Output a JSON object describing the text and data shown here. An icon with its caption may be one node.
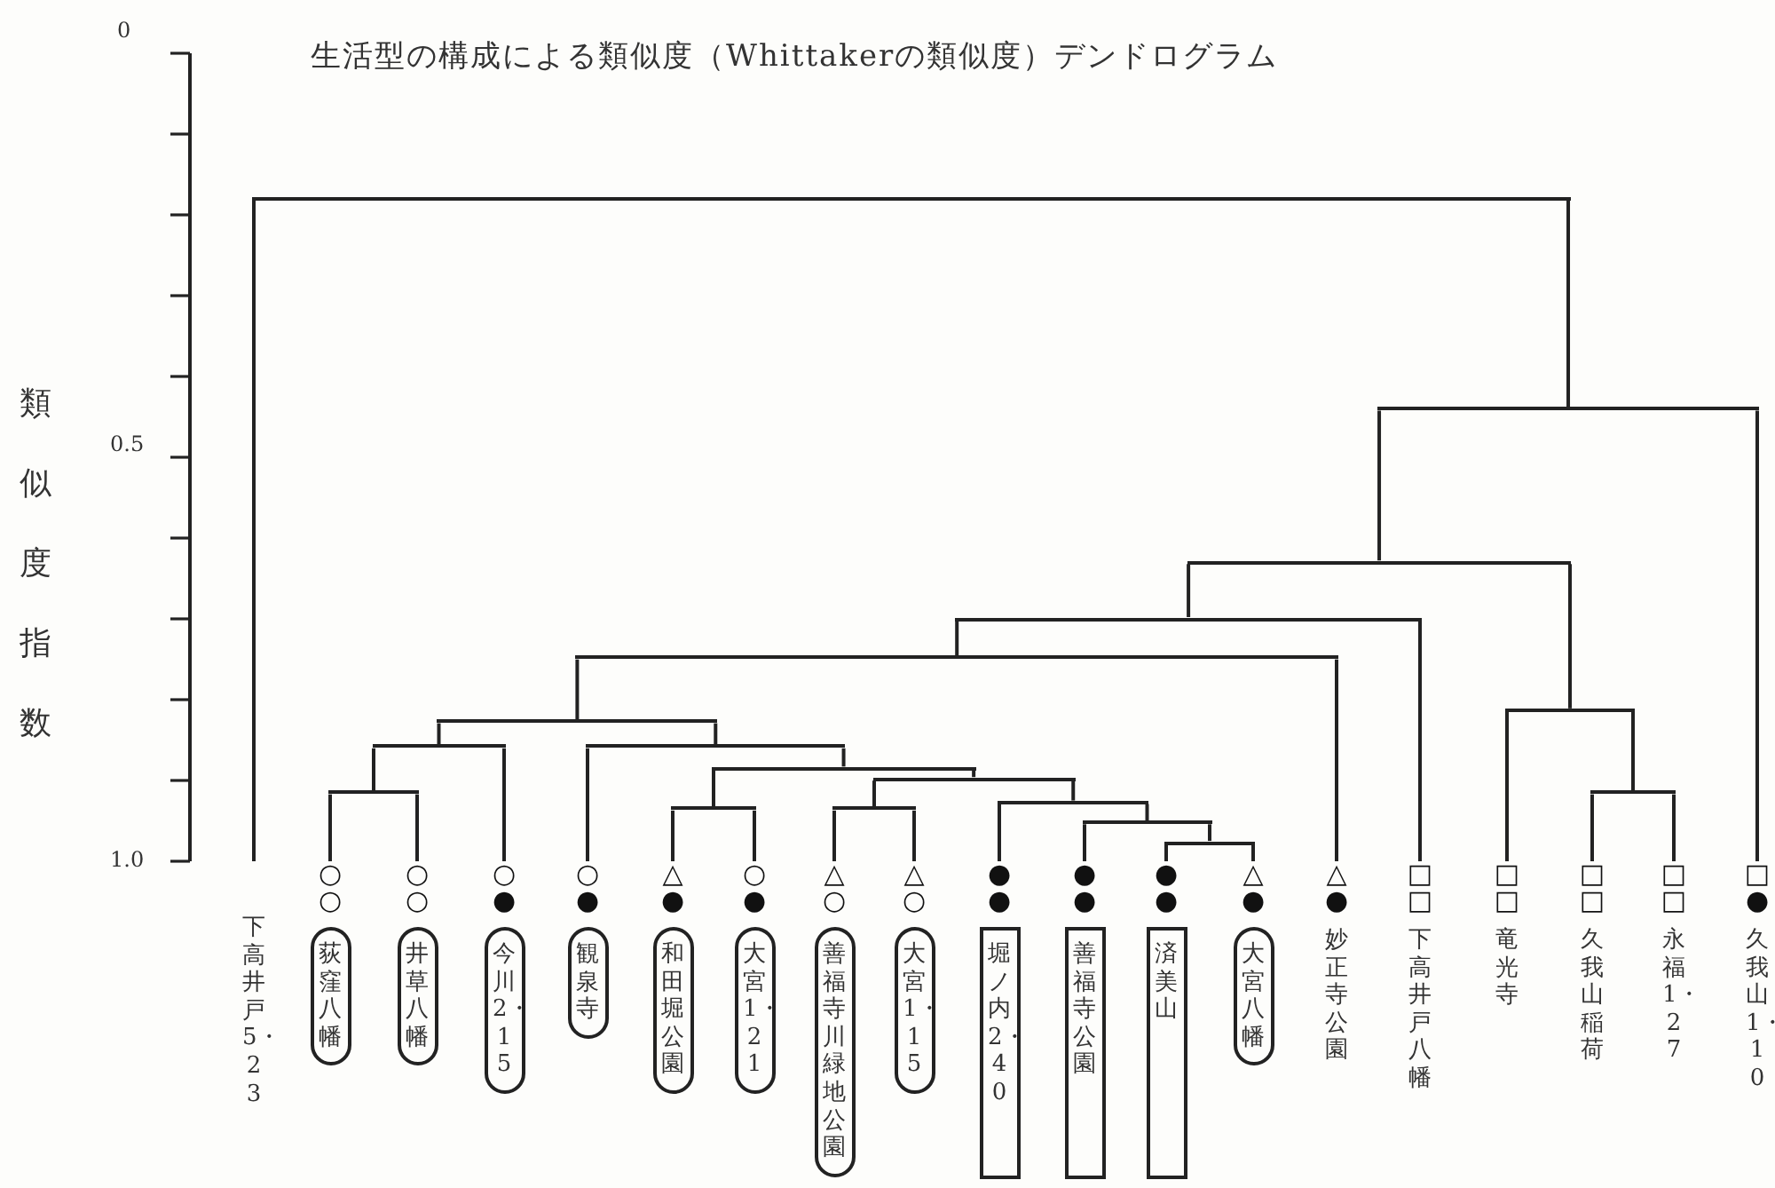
{
  "diagram": {
    "title": "生活型の構成による類似度（Whittakerの類似度）デンドログラム",
    "nodes": [
      {
        "text": [
          "下高井戸5・23"
        ]
      },
      {
        "text": [
          "荻窪八幡"
        ],
        "beside": [
          "○",
          "○"
        ]
      },
      {
        "text": [
          "井草八幡"
        ],
        "beside": [
          "○",
          "○"
        ]
      },
      {
        "text": [
          "今川2・15"
        ],
        "beside": [
          "○",
          "●"
        ]
      },
      {
        "text": [
          "観泉寺"
        ],
        "beside": [
          "○",
          "●"
        ]
      },
      {
        "text": [
          "和田堀公園"
        ],
        "beside": [
          "△",
          "●"
        ]
      },
      {
        "text": [
          "大宮1・21"
        ],
        "beside": [
          "○",
          "●"
        ]
      },
      {
        "text": [
          "善福寺川緑地公園"
        ],
        "beside": [
          "△",
          "○"
        ]
      },
      {
        "text": [
          "大宮1・15"
        ],
        "beside": [
          "△",
          "○"
        ]
      },
      {
        "text": [
          "堀ノ内2・40"
        ],
        "beside": [
          "●",
          "●"
        ]
      },
      {
        "text": [
          "善福寺公園"
        ],
        "beside": [
          "●",
          "●"
        ]
      },
      {
        "text": [
          "済美山"
        ],
        "beside": [
          "●",
          "●"
        ]
      },
      {
        "text": [
          "大宮八幡"
        ],
        "beside": [
          "△",
          "●"
        ]
      },
      {
        "text": [
          "妙正寺公園"
        ],
        "beside": [
          "△",
          "●"
        ]
      },
      {
        "text": [
          "下高井戸八幡"
        ],
        "beside": [
          "□",
          "□"
        ]
      },
      {
        "text": [
          "竜光寺"
        ],
        "beside": [
          "□",
          "□"
        ]
      },
      {
        "text": [
          "久我山稲荷"
        ],
        "beside": [
          "□",
          "□"
        ]
      },
      {
        "text": [
          "永福1・27"
        ],
        "beside": [
          "□",
          "□"
        ]
      },
      {
        "text": [
          "久我山1・10"
        ],
        "beside": [
          "□",
          "●"
        ]
      },
      {
        "text": [],
        "shape": "bar"
      },
      {
        "text": [],
        "shape": "bar"
      },
      {
        "text": [],
        "shape": "bar"
      },
      {
        "text": [],
        "shape": "bar"
      },
      {
        "text": [],
        "shape": "bar"
      },
      {
        "text": [],
        "shape": "bar"
      },
      {
        "text": [],
        "shape": "bar"
      },
      {
        "text": [],
        "shape": "bar"
      },
      {
        "text": [],
        "shape": "bar"
      },
      {
        "text": [],
        "shape": "bar"
      },
      {
        "text": [],
        "shape": "bar"
      },
      {
        "text": [],
        "shape": "bar"
      },
      {
        "text": [],
        "shape": "bar"
      },
      {
        "text": [],
        "shape": "bar"
      },
      {
        "text": [],
        "shape": "bar"
      },
      {
        "text": [],
        "shape": "bar"
      },
      {
        "text": [],
        "shape": "bar"
      },
      {
        "text": [],
        "shape": "bar"
      }
    ],
    "edges": [
      {
        "from": 19,
        "to": 0,
        "arrow": "none"
      },
      {
        "from": 19,
        "to": 20,
        "arrow": "none"
      },
      {
        "from": 20,
        "to": 21,
        "arrow": "none"
      },
      {
        "from": 20,
        "to": 18,
        "arrow": "none"
      },
      {
        "from": 21,
        "to": 22,
        "arrow": "none"
      },
      {
        "from": 21,
        "to": 24,
        "arrow": "none"
      },
      {
        "from": 22,
        "to": 23,
        "arrow": "none"
      },
      {
        "from": 22,
        "to": 14,
        "arrow": "none"
      },
      {
        "from": 23,
        "to": 25,
        "arrow": "none"
      },
      {
        "from": 23,
        "to": 13,
        "arrow": "none"
      },
      {
        "from": 24,
        "to": 15,
        "arrow": "none"
      },
      {
        "from": 24,
        "to": 30,
        "arrow": "none"
      },
      {
        "from": 25,
        "to": 26,
        "arrow": "none"
      },
      {
        "from": 25,
        "to": 27,
        "arrow": "none"
      },
      {
        "from": 26,
        "to": 31,
        "arrow": "none"
      },
      {
        "from": 26,
        "to": 3,
        "arrow": "none"
      },
      {
        "from": 27,
        "to": 4,
        "arrow": "none"
      },
      {
        "from": 27,
        "to": 28,
        "arrow": "none"
      },
      {
        "from": 28,
        "to": 33,
        "arrow": "none"
      },
      {
        "from": 28,
        "to": 29,
        "arrow": "none"
      },
      {
        "from": 29,
        "to": 34,
        "arrow": "none"
      },
      {
        "from": 29,
        "to": 32,
        "arrow": "none"
      },
      {
        "from": 30,
        "to": 16,
        "arrow": "none"
      },
      {
        "from": 30,
        "to": 17,
        "arrow": "none"
      },
      {
        "from": 31,
        "to": 1,
        "arrow": "none"
      },
      {
        "from": 31,
        "to": 2,
        "arrow": "none"
      },
      {
        "from": 32,
        "to": 9,
        "arrow": "none"
      },
      {
        "from": 32,
        "to": 35,
        "arrow": "none"
      },
      {
        "from": 33,
        "to": 5,
        "arrow": "none"
      },
      {
        "from": 33,
        "to": 6,
        "arrow": "none"
      },
      {
        "from": 34,
        "to": 7,
        "arrow": "none"
      },
      {
        "from": 34,
        "to": 8,
        "arrow": "none"
      },
      {
        "from": 35,
        "to": 10,
        "arrow": "none"
      },
      {
        "from": 35,
        "to": 36,
        "arrow": "none"
      },
      {
        "from": 36,
        "to": 11,
        "arrow": "none"
      },
      {
        "from": 36,
        "to": 12,
        "arrow": "none"
      }
    ],
    "labels": [
      "0",
      "0.5",
      "1.0",
      "類似度指数"
    ]
  }
}
